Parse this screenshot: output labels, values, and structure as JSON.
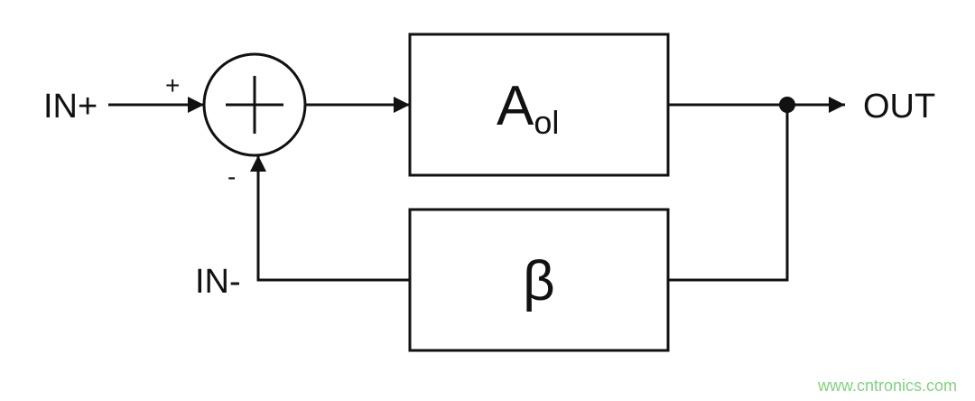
{
  "diagram": {
    "inputs": {
      "in_plus": "IN+",
      "in_minus": "IN-"
    },
    "output": "OUT",
    "summing_junction": {
      "plus_sign": "+",
      "minus_sign": "-"
    },
    "forward_block": {
      "main": "A",
      "subscript": "ol"
    },
    "feedback_block": {
      "label": "β"
    }
  },
  "watermark": "www.cntronics.com",
  "colors": {
    "stroke": "#111111",
    "background": "#ffffff",
    "watermark": "#7fd37f"
  }
}
